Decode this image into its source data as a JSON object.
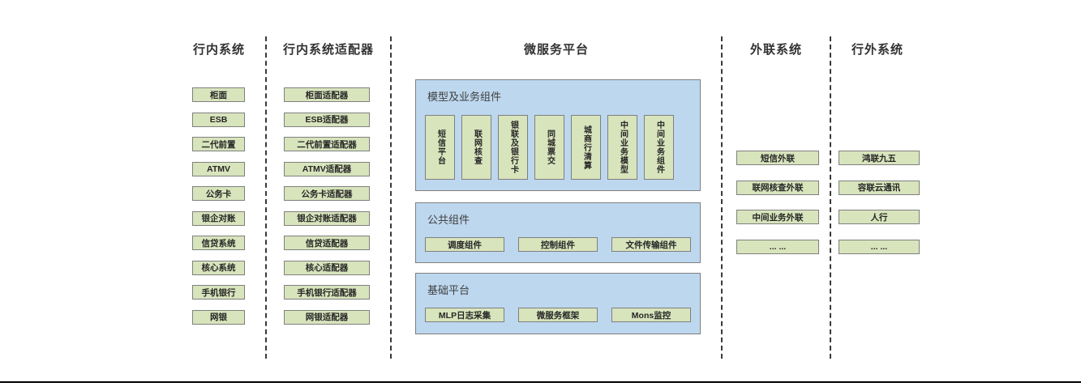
{
  "diagram": {
    "internal": {
      "title": "行内系统",
      "boxes": [
        "柜面",
        "ESB",
        "二代前置",
        "ATMV",
        "公务卡",
        "银企对账",
        "信贷系统",
        "核心系统",
        "手机银行",
        "网银"
      ]
    },
    "adapters": {
      "title": "行内系统适配器",
      "boxes": [
        "柜面适配器",
        "ESB适配器",
        "二代前置适配器",
        "ATMV适配器",
        "公务卡适配器",
        "银企对账适配器",
        "信贷适配器",
        "核心适配器",
        "手机银行适配器",
        "网银适配器"
      ]
    },
    "platform": {
      "title": "微服务平台",
      "groups": [
        {
          "label": "模型及业务组件",
          "boxes": [
            "短信平台",
            "联网核查",
            "银联及银行卡",
            "同城票交",
            "城商行清算",
            "中间业务模型",
            "中间业务组件"
          ]
        },
        {
          "label": "公共组件",
          "boxes": [
            "调度组件",
            "控制组件",
            "文件传输组件"
          ]
        },
        {
          "label": "基础平台",
          "boxes": [
            "MLP日志采集",
            "微服务框架",
            "Mons监控"
          ]
        }
      ]
    },
    "external": {
      "title": "外联系统",
      "boxes": [
        "短信外联",
        "联网核查外联",
        "中间业务外联",
        "... ..."
      ]
    },
    "outside": {
      "title": "行外系统",
      "boxes": [
        "鸿联九五",
        "容联云通讯",
        "人行",
        "... ..."
      ]
    }
  },
  "colors": {
    "block_blue": "#bdd7ee",
    "box_green": "#d8e4bc",
    "box_border": "#7f7f7f",
    "divider": "#3a3a3a",
    "bottom_rule": "#000000"
  }
}
